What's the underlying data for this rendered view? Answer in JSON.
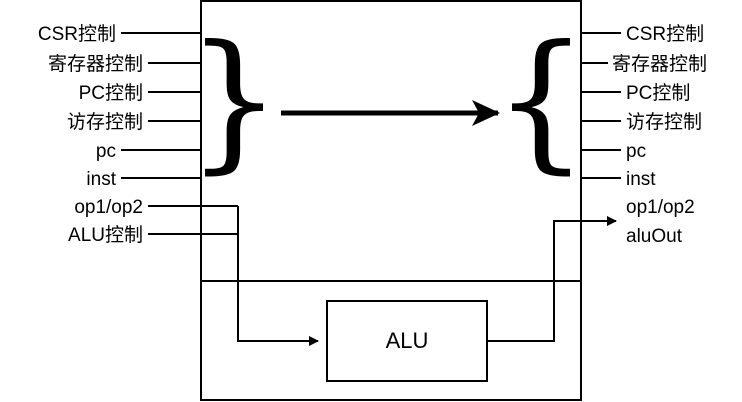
{
  "inputs": [
    "CSR控制",
    "寄存器控制",
    "PC控制",
    "访存控制",
    "pc",
    "inst",
    "op1/op2",
    "ALU控制"
  ],
  "outputs": [
    "CSR控制",
    "寄存器控制",
    "PC控制",
    "访存控制",
    "pc",
    "inst",
    "op1/op2",
    "aluOut"
  ],
  "alu": {
    "label": "ALU"
  },
  "braces": {
    "left": "}",
    "right": "{"
  }
}
